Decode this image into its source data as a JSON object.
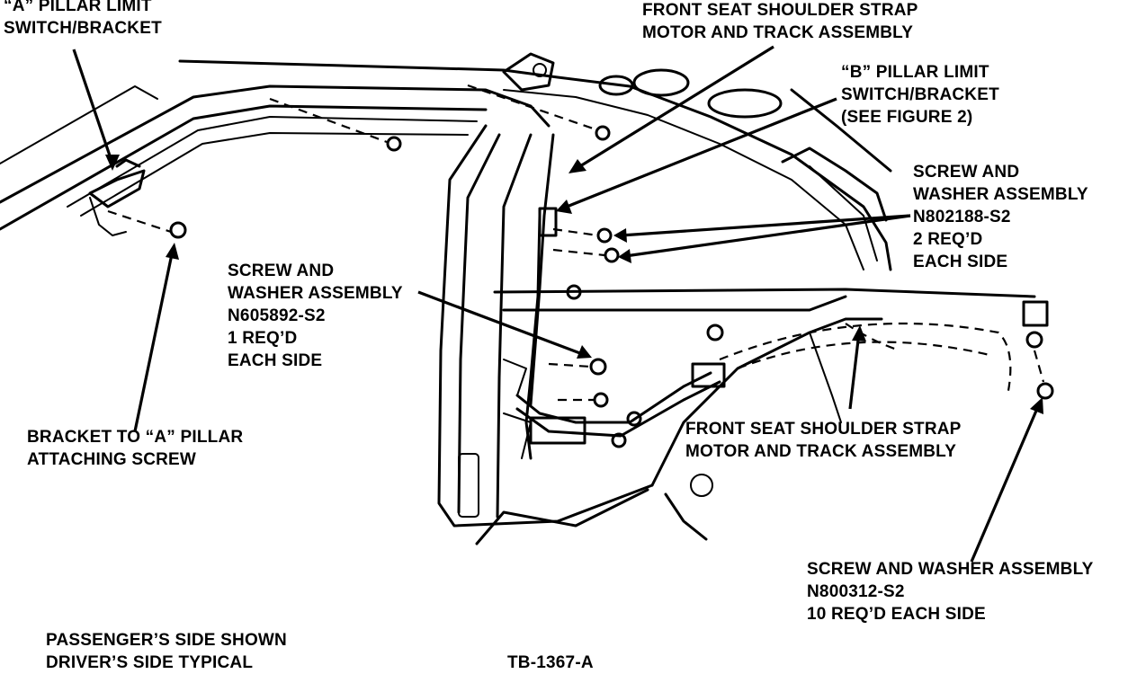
{
  "labels": {
    "a_pillar": [
      "“A” PILLAR LIMIT",
      "SWITCH/BRACKET"
    ],
    "shoulder_top": [
      "FRONT SEAT SHOULDER STRAP",
      "MOTOR AND TRACK ASSEMBLY"
    ],
    "b_pillar": [
      "“B” PILLAR LIMIT",
      "SWITCH/BRACKET",
      "(SEE FIGURE 2)"
    ],
    "screw_right": [
      "SCREW AND",
      "WASHER ASSEMBLY",
      "N802188-S2",
      "2 REQ’D",
      "EACH SIDE"
    ],
    "screw_left": [
      "SCREW AND",
      "WASHER ASSEMBLY",
      "N605892-S2",
      "1 REQ’D",
      "EACH SIDE"
    ],
    "bracket": [
      "BRACKET TO “A” PILLAR",
      "ATTACHING SCREW"
    ],
    "shoulder_mid": [
      "FRONT SEAT SHOULDER STRAP",
      "MOTOR AND TRACK ASSEMBLY"
    ],
    "screw_bottom": [
      "SCREW AND WASHER ASSEMBLY",
      "N800312-S2",
      "10 REQ’D EACH SIDE"
    ],
    "note": [
      "PASSENGER’S SIDE SHOWN",
      "DRIVER’S SIDE TYPICAL"
    ],
    "figure_id": [
      "TB-1367-A"
    ]
  }
}
